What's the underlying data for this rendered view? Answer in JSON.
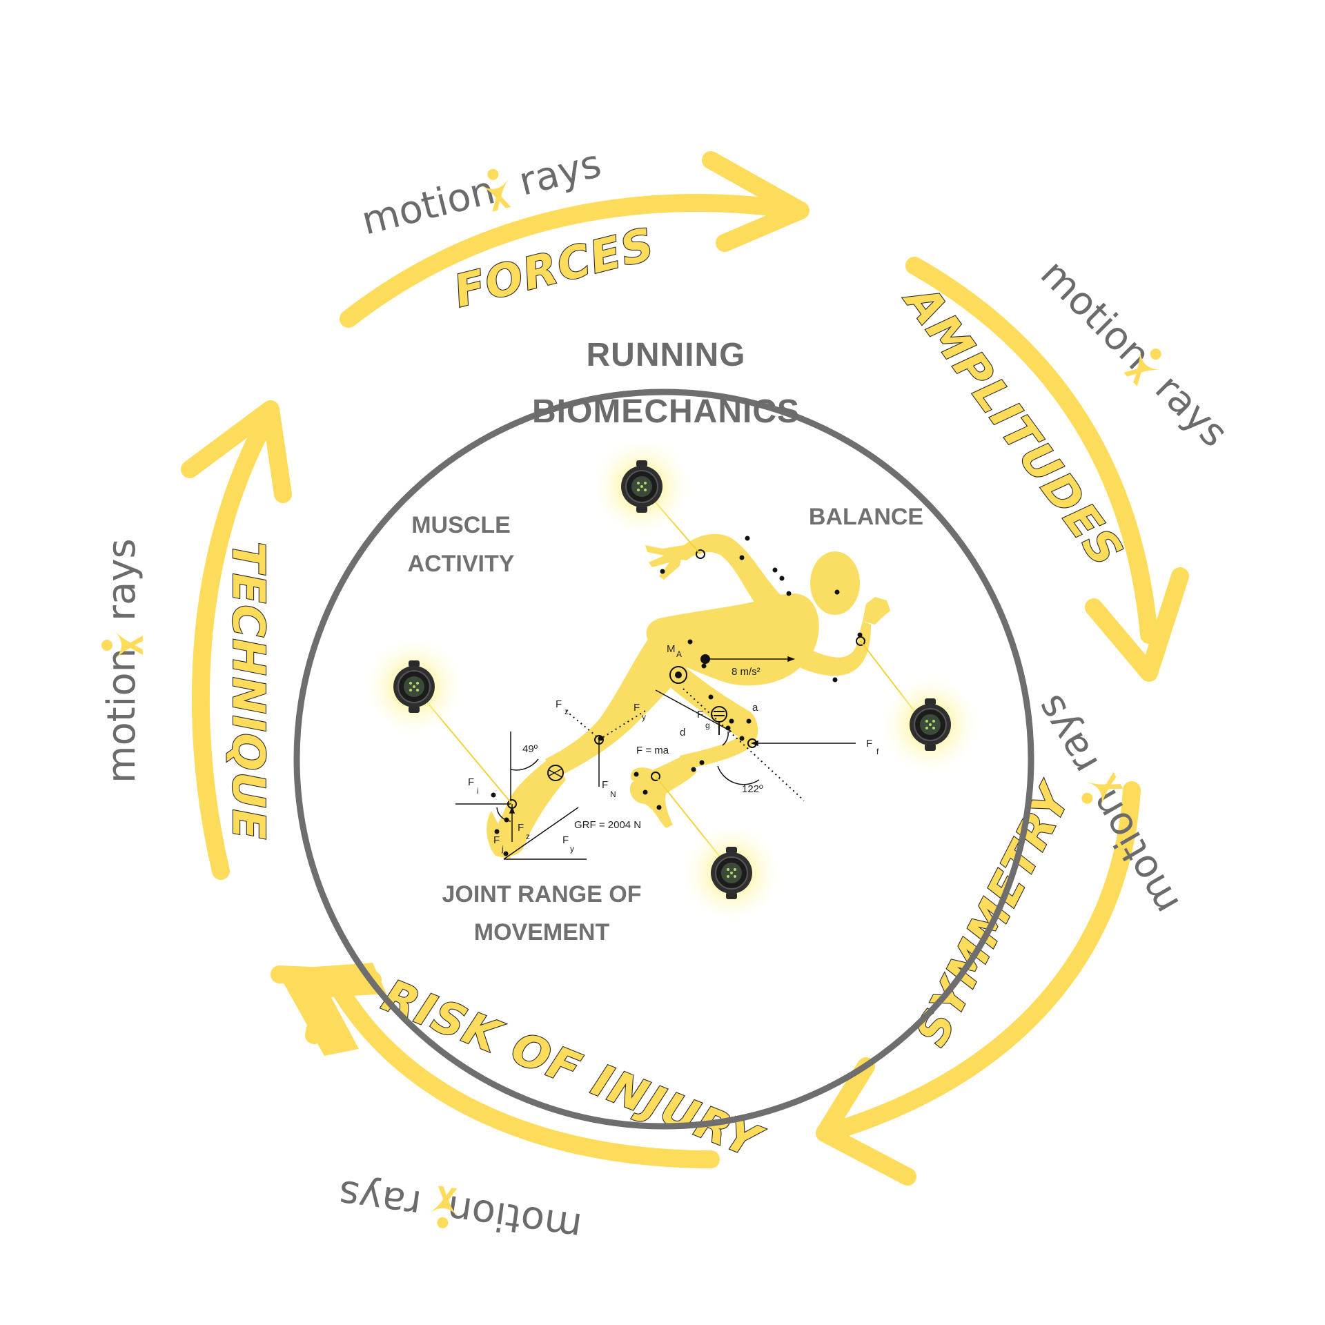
{
  "title": {
    "line1": "RUNNING",
    "line2": "BIOMECHANICS"
  },
  "metrics": {
    "muscle_activity_line1": "MUSCLE",
    "muscle_activity_line2": "ACTIVITY",
    "balance": "BALANCE",
    "joint_range_line1": "JOINT RANGE OF",
    "joint_range_line2": "MOVEMENT"
  },
  "cycle": {
    "forces": "FORCES",
    "amplitudes": "AMPLITUDES",
    "symmetry": "SYMMETRY",
    "risk_of_injury": "RISK OF INJURY",
    "technique": "TECHNIQUE"
  },
  "brand": {
    "motion": "motion",
    "rays": "rays"
  },
  "physics": {
    "ma": "M",
    "ma_sub": "A",
    "acceleration": "8 m/s²",
    "fz": "F",
    "fz_sub": "z",
    "fy": "F",
    "fy_sub": "y",
    "fg": "F",
    "fg_sub": "g",
    "a": "a",
    "d": "d",
    "f_ma": "F = ma",
    "ff": "F",
    "ff_sub": "f",
    "fn": "F",
    "fn_sub": "N",
    "angle_hip": "49º",
    "angle_knee": "122º",
    "fi": "F",
    "fi_sub": "i",
    "fj": "F",
    "fj_sub": "j",
    "fz2": "F",
    "fz2_sub": "z",
    "grf": "GRF = 2004 N",
    "fy2": "F",
    "fy2_sub": "y"
  },
  "colors": {
    "accent_yellow": "#FDDC5C",
    "body_yellow": "#F9DE63",
    "circle_gray": "#6e6e6e",
    "text_gray": "#6b6b6b"
  },
  "icons": [
    "sensor-icon",
    "brand-figure-icon"
  ]
}
